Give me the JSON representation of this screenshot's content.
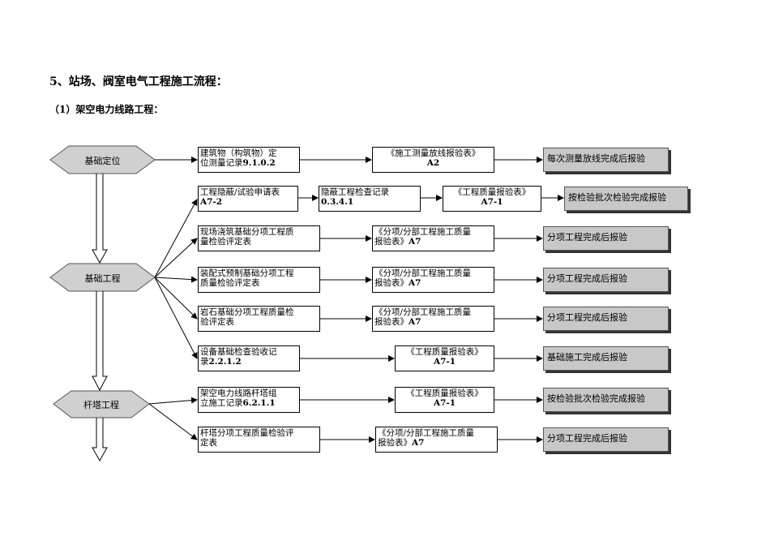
{
  "heading": "5、站场、阀室电气工程施工流程：",
  "subheading": "（1）架空电力线路工程：",
  "hexagons": {
    "h1": "基础定位",
    "h2": "基础工程",
    "h3": "杆塔工程"
  },
  "records": {
    "r1": {
      "line1": "建筑物（构筑物）定",
      "line2a": "位测量记录",
      "line2b": "9.1.0.2"
    },
    "r2": {
      "line1": "工程隐蔽/试验申请表",
      "line2": "A7-2"
    },
    "r2b": {
      "line1": "隐蔽工程检查记录",
      "line2": "0.3.4.1"
    },
    "r3": {
      "line1": "现场浇筑基础分项工程质",
      "line2": "量检验评定表"
    },
    "r4": {
      "line1": "装配式预制基础分项工程",
      "line2": "质量检验评定表"
    },
    "r5": {
      "line1": "岩石基础分项工程质量检",
      "line2": "验评定表"
    },
    "r6": {
      "line1": "设备基础检查验收记",
      "line2a": "录",
      "line2b": "2.2.1.2"
    },
    "r7": {
      "line1": "架空电力线路杆塔组",
      "line2a": "立施工记录",
      "line2b": "6.2.1.1"
    },
    "r8": {
      "line1": "杆塔分项工程质量检验评",
      "line2": "定表"
    }
  },
  "forms": {
    "f1": {
      "line1": "《施工测量放线报验表》",
      "line2": "A2"
    },
    "f2": {
      "line1": "《工程质量报验表》",
      "line2": "A7-1"
    },
    "f3": {
      "line1": "《分项/分部工程施工质量",
      "line2a": "报验表》",
      "line2b": "A7"
    },
    "f4": {
      "line1": "《分项/分部工程施工质量",
      "line2a": "报验表》",
      "line2b": "A7"
    },
    "f5": {
      "line1": "《分项/分部工程施工质量",
      "line2a": "报验表》",
      "line2b": "A7"
    },
    "f6": {
      "line1": "《工程质量报验表》",
      "line2": "A7-1"
    },
    "f7": {
      "line1": "《工程质量报验表》",
      "line2": "A7-1"
    },
    "f8": {
      "line1": "《分项/分部工程施工质量",
      "line2a": "报验表》",
      "line2b": "A7"
    }
  },
  "results": {
    "s1": "每次测量放线完成后报验",
    "s2": "按检验批次检验完成报验",
    "s3": "分项工程完成后报验",
    "s4": "分项工程完成后报验",
    "s5": "分项工程完成后报验",
    "s6": "基础施工完成后报验",
    "s7": "按检验批次检验完成报验",
    "s8": "分项工程完成后报验"
  },
  "colors": {
    "result_fill": "#c8c8c8",
    "hex_fill": "#d0d0d0",
    "line": "#000000"
  }
}
